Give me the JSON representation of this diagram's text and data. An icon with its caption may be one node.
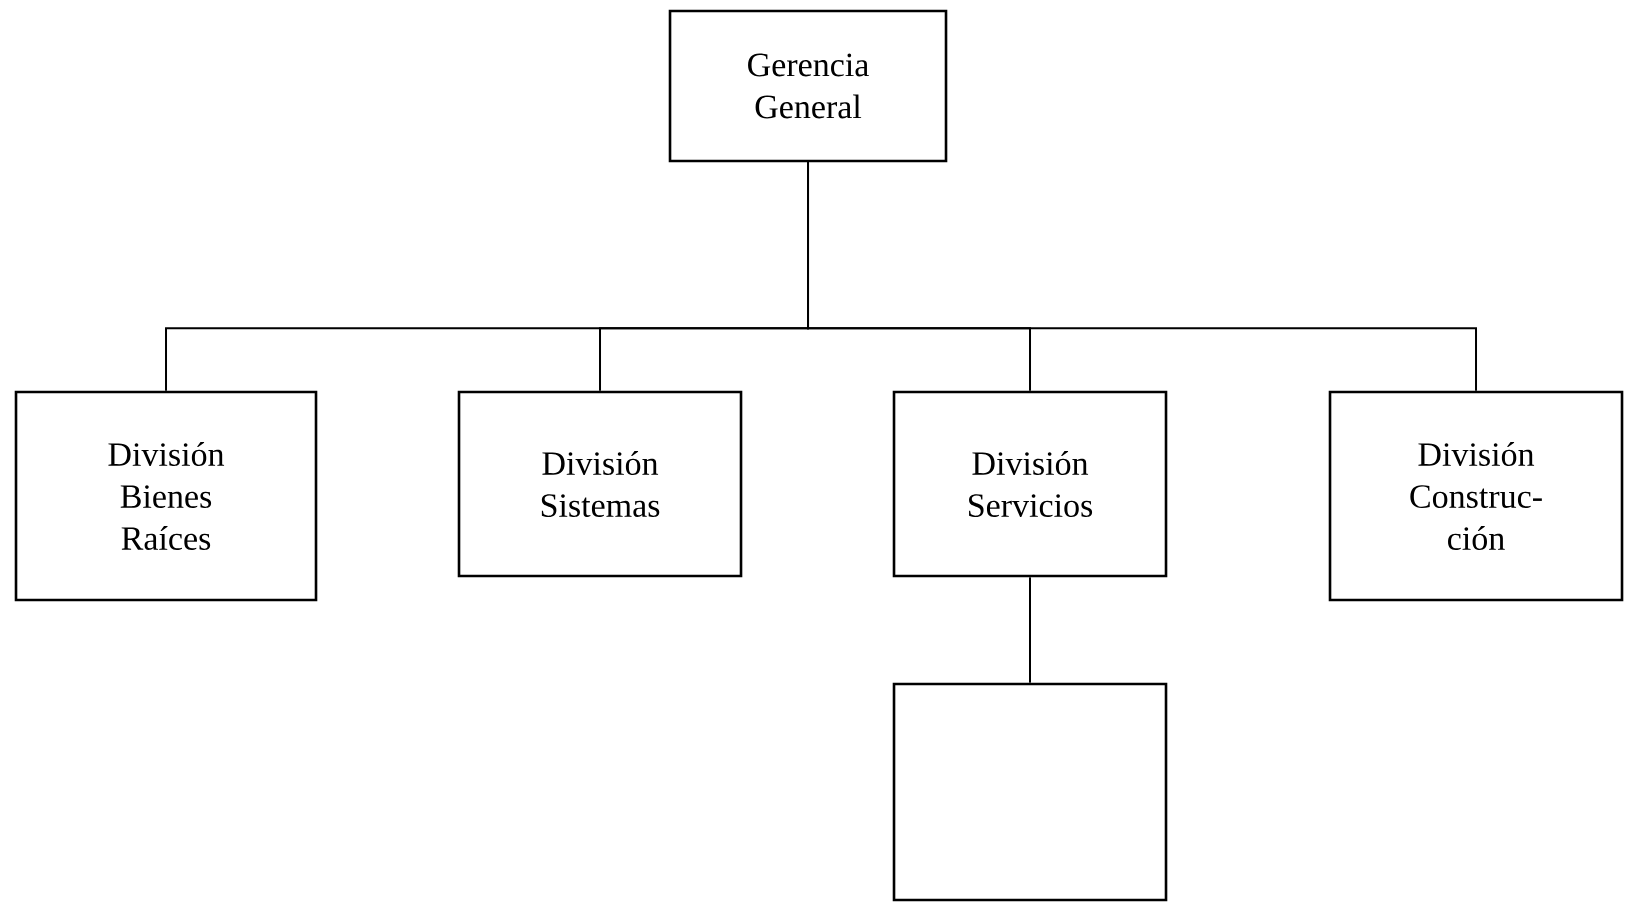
{
  "diagram": {
    "nodes": [
      {
        "text": [
          "Gerencia General"
        ]
      },
      {
        "text": [
          "División Bienes Raíces"
        ]
      },
      {
        "text": [
          "División Sistemas"
        ]
      },
      {
        "text": [
          "División Servicios"
        ]
      },
      {
        "text": [
          "División Construc-ción"
        ]
      },
      {
        "text": [],
        "shape": "box"
      }
    ],
    "edges": [
      {
        "from": 0,
        "to": 1,
        "arrow": "none"
      },
      {
        "from": 0,
        "to": 2,
        "arrow": "none"
      },
      {
        "from": 0,
        "to": 3,
        "arrow": "none"
      },
      {
        "from": 0,
        "to": 4,
        "arrow": "none"
      },
      {
        "from": 3,
        "to": 5,
        "arrow": "none"
      }
    ]
  }
}
